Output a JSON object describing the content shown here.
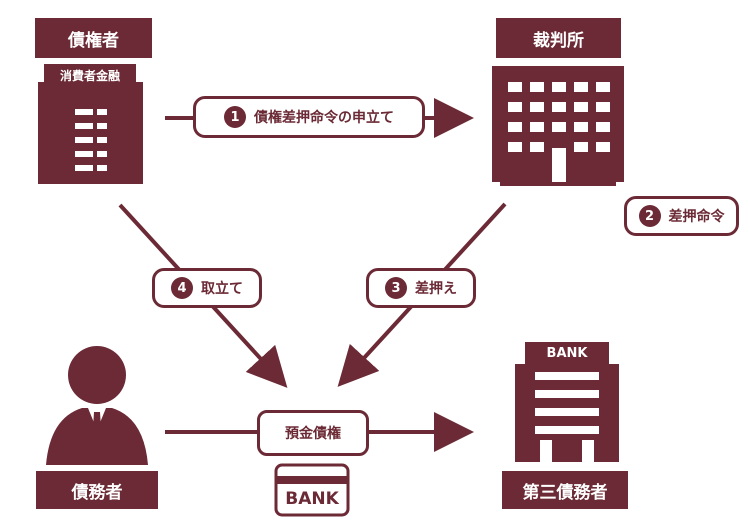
{
  "labels": {
    "creditor": "債権者",
    "court": "裁判所",
    "debtor": "債務者",
    "third_party": "第三債務者",
    "consumer_finance": "消費者金融",
    "bank_building": "BANK",
    "bank_card": "BANK"
  },
  "steps": {
    "step1": {
      "num": "1",
      "text": "債権差押命令の申立て"
    },
    "step2": {
      "num": "2",
      "text": "差押命令"
    },
    "step3": {
      "num": "3",
      "text": "差押え"
    },
    "step4": {
      "num": "4",
      "text": "取立て"
    }
  },
  "center": {
    "deposit": "預金債権"
  },
  "colors": {
    "accent": "#6b2a35",
    "background": "#ffffff"
  }
}
